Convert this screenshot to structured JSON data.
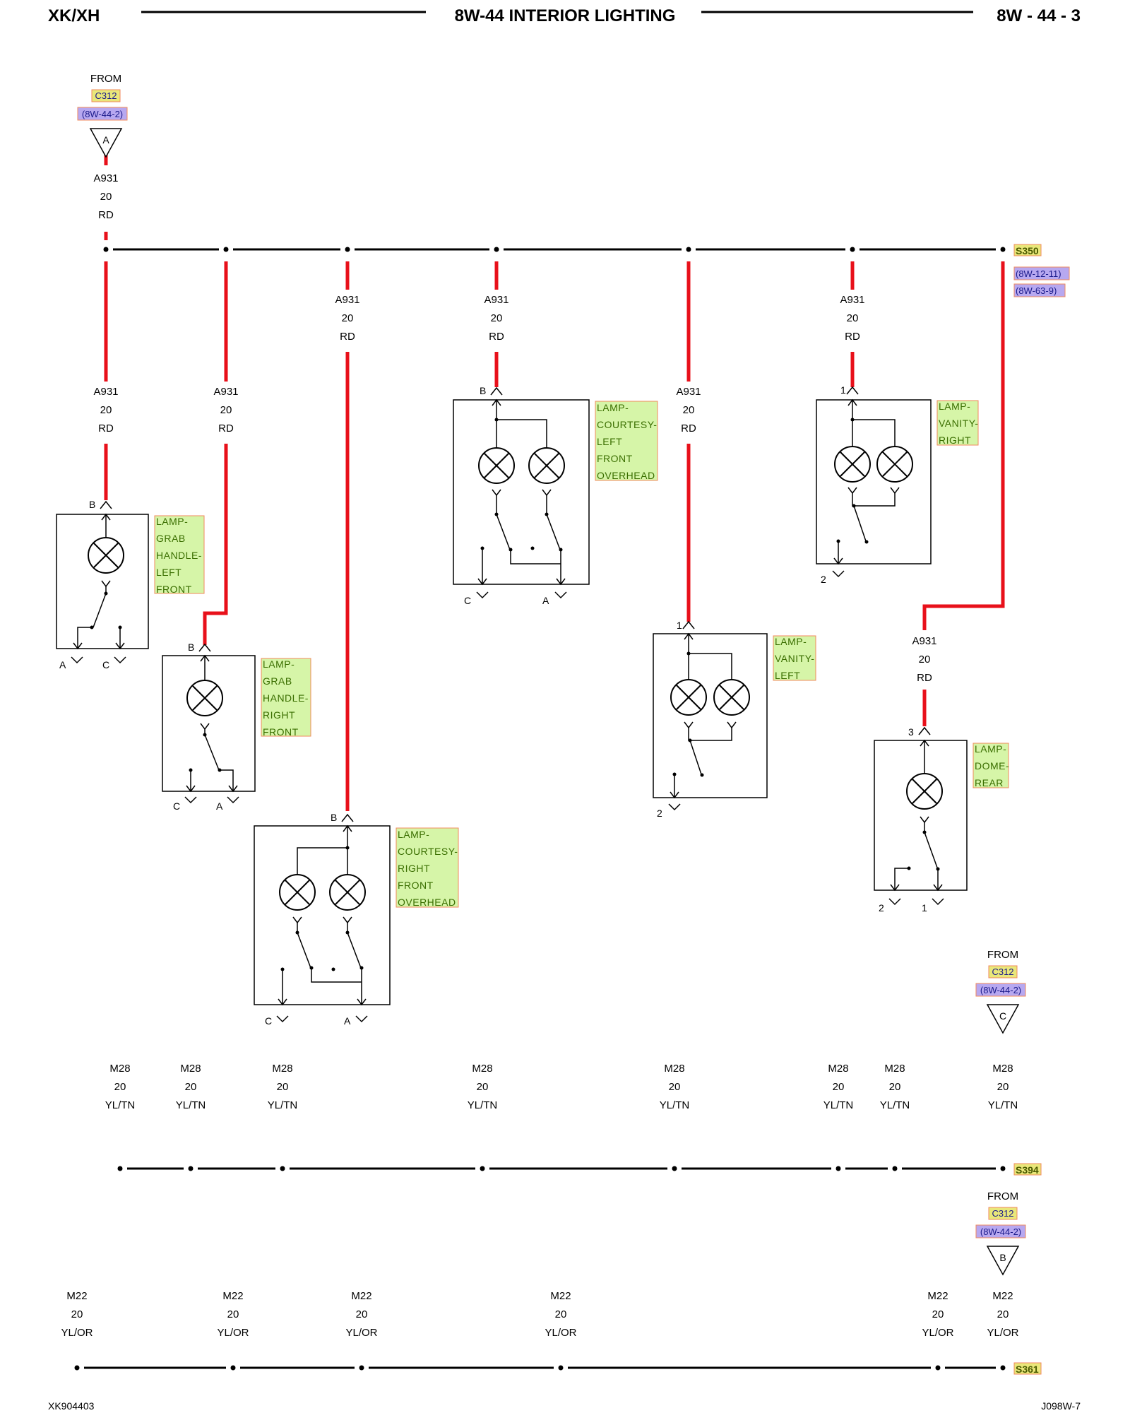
{
  "header": {
    "left": "XK/XH",
    "center": "8W-44 INTERIOR LIGHTING",
    "right": "8W - 44 - 3"
  },
  "footer": {
    "left": "XK904403",
    "right": "J098W-7"
  },
  "sources": {
    "top": {
      "from": "FROM",
      "connector": "C312",
      "ref": "(8W-44-2)",
      "pin": "A"
    },
    "c": {
      "from": "FROM",
      "connector": "C312",
      "ref": "(8W-44-2)",
      "pin": "C"
    },
    "b": {
      "from": "FROM",
      "connector": "C312",
      "ref": "(8W-44-2)",
      "pin": "B"
    }
  },
  "splices": {
    "s350": {
      "name": "S350",
      "refs": [
        "(8W-12-11)",
        "(8W-63-9)"
      ]
    },
    "s394": {
      "name": "S394"
    },
    "s361": {
      "name": "S361"
    }
  },
  "wires": {
    "a931": {
      "circuit": "A931",
      "gauge": "20",
      "color": "RD"
    },
    "m28": {
      "circuit": "M28",
      "gauge": "20",
      "color": "YL/TN"
    },
    "m22": {
      "circuit": "M22",
      "gauge": "20",
      "color": "YL/OR"
    }
  },
  "components": {
    "grab_left": {
      "lines": [
        "LAMP-",
        "GRAB",
        "HANDLE-",
        "LEFT",
        "FRONT"
      ],
      "pins": [
        "B",
        "A",
        "C"
      ]
    },
    "grab_right": {
      "lines": [
        "LAMP-",
        "GRAB",
        "HANDLE-",
        "RIGHT",
        "FRONT"
      ],
      "pins": [
        "B",
        "C",
        "A"
      ]
    },
    "courtesy_right": {
      "lines": [
        "LAMP-",
        "COURTESY-",
        "RIGHT",
        "FRONT",
        "OVERHEAD"
      ],
      "pins": [
        "B",
        "C",
        "A"
      ]
    },
    "courtesy_left": {
      "lines": [
        "LAMP-",
        "COURTESY-",
        "LEFT",
        "FRONT",
        "OVERHEAD"
      ],
      "pins": [
        "B",
        "C",
        "A"
      ]
    },
    "vanity_left": {
      "lines": [
        "LAMP-",
        "VANITY-",
        "LEFT"
      ],
      "pins": [
        "1",
        "2"
      ]
    },
    "vanity_right": {
      "lines": [
        "LAMP-",
        "VANITY-",
        "RIGHT"
      ],
      "pins": [
        "1",
        "2"
      ]
    },
    "dome_rear": {
      "lines": [
        "LAMP-",
        "DOME-",
        "REAR"
      ],
      "pins": [
        "3",
        "2",
        "1"
      ]
    }
  },
  "colors": {
    "red_wire": "#e8101a",
    "yellow_wire": "#f2e21c",
    "label_fill": "#d6f5a8",
    "label_border": "#f08a5d",
    "ref_fill": "#b7a8f0",
    "connector_fill": "#e9e77a"
  }
}
